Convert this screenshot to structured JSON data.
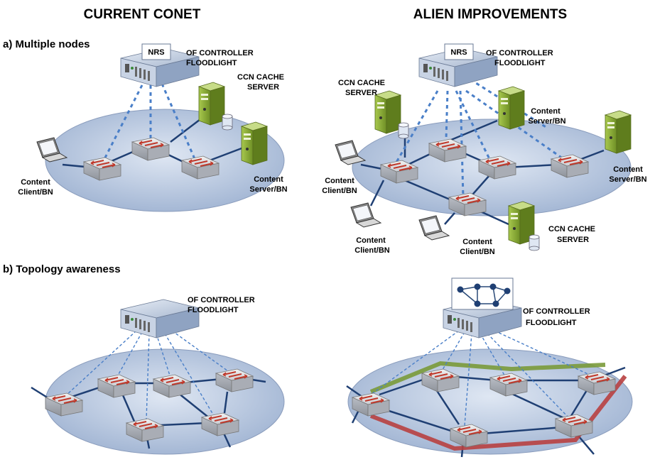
{
  "titles": {
    "left": "CURRENT CONET",
    "right": "ALIEN IMPROVEMENTS"
  },
  "sections": {
    "a": "a) Multiple nodes",
    "b": "b) Topology awareness"
  },
  "panel_a_left": {
    "nrs": "NRS",
    "controller": [
      "OF CONTROLLER",
      "FLOODLIGHT"
    ],
    "cache": [
      "CCN CACHE",
      "SERVER"
    ],
    "client": [
      "Content",
      "Client/BN"
    ],
    "server": [
      "Content",
      "Server/BN"
    ]
  },
  "panel_a_right": {
    "nrs": "NRS",
    "controller": [
      "OF CONTROLLER",
      "FLOODLIGHT"
    ],
    "cache_top": [
      "CCN CACHE",
      "SERVER"
    ],
    "cache_bottom": [
      "CCN CACHE",
      "SERVER"
    ],
    "server_mid": [
      "Content",
      "Server/BN"
    ],
    "server_right": [
      "Content",
      "Server/BN"
    ],
    "client_left": [
      "Content",
      "Client/BN"
    ],
    "client_bottom1": [
      "Content",
      "Client/BN"
    ],
    "client_bottom2": [
      "Content",
      "Client/BN"
    ]
  },
  "panel_b_left": {
    "controller": [
      "OF CONTROLLER",
      "FLOODLIGHT"
    ]
  },
  "panel_b_right": {
    "controller": [
      "OF CONTROLLER",
      "FLOODLIGHT"
    ]
  },
  "colors": {
    "cloud": "#b8c8e0",
    "link": "#1f3f73",
    "control_link": "#4a7fc8",
    "green_path": "#7a9a3a",
    "red_path": "#b84040",
    "server_green": "#8fb23c"
  }
}
